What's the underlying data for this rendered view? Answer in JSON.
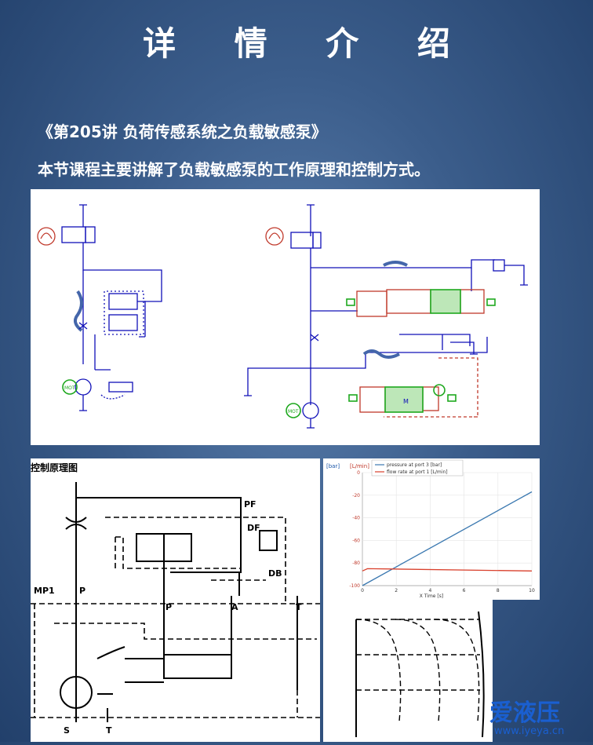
{
  "page": {
    "title": "详 情 介 绍",
    "course_title": "《第205讲 负荷传感系统之负载敏感泵》",
    "course_desc": "本节课程主要讲解了负载敏感泵的工作原理和控制方式。"
  },
  "top_schematic": {
    "labels": {
      "mot_left": "MOT",
      "mot_right": "MOT",
      "m": "M"
    }
  },
  "control_diagram": {
    "title": "控制原理图",
    "labels": {
      "pf": "PF",
      "df": "DF",
      "db": "DB",
      "mp1": "MP1",
      "p_top": "P",
      "p_valve": "P",
      "a_valve": "A",
      "t_valve": "T",
      "s": "S",
      "t_bottom": "T"
    }
  },
  "chart_data": [
    {
      "type": "line",
      "y_axis_left_unit": "[bar]",
      "y_axis_right_unit": "[L/min]",
      "xlabel": "X Time [s]",
      "x_ticks": [
        0,
        2,
        4,
        6,
        8,
        10
      ],
      "y_ticks": [
        -100,
        -80,
        -60,
        -40,
        -20,
        0
      ],
      "xlim": [
        0,
        10
      ],
      "ylim": [
        -100,
        0
      ],
      "grid": true,
      "legend_position": "top-left",
      "series": [
        {
          "name": "pressure at port 3 [bar]",
          "color": "#3a78b0",
          "x": [
            0,
            10
          ],
          "y": [
            -100,
            -17
          ]
        },
        {
          "name": "flow rate at port 1 [L/min]",
          "color": "#d9402c",
          "x": [
            0,
            0.3,
            10
          ],
          "y": [
            -87,
            -85,
            -87
          ]
        }
      ]
    }
  ],
  "curves_panel": {
    "description": ""
  },
  "watermark": {
    "logo_text": "爱液压",
    "url": "www.iyeya.cn",
    "color": "#1a5fd0"
  }
}
